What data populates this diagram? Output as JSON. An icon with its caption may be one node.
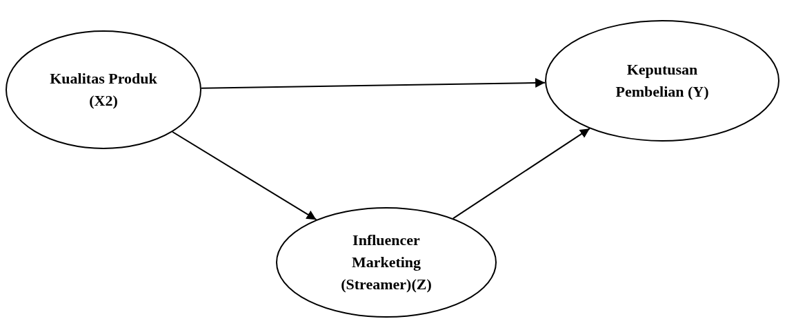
{
  "diagram": {
    "nodes": [
      {
        "text": [
          "Kualitas Produk (X2)"
        ]
      },
      {
        "text": [
          "Keputusan Pembelian (Y)"
        ]
      },
      {
        "text": [
          "Influencer Marketing (Streamer)(Z)"
        ]
      }
    ],
    "edges": [
      {
        "from": 0,
        "to": 1,
        "arrow": "to"
      },
      {
        "from": 0,
        "to": 2,
        "arrow": "to"
      },
      {
        "from": 2,
        "to": 1,
        "arrow": "to"
      }
    ]
  }
}
